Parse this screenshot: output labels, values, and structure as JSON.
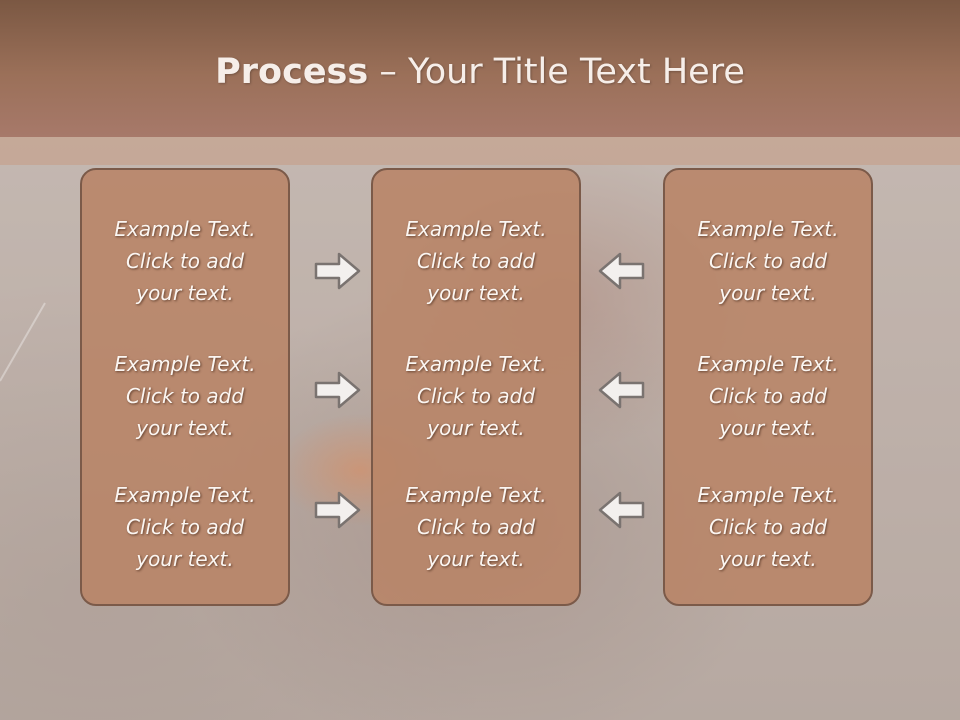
{
  "title": {
    "bold": "Process",
    "rest": " – Your Title Text Here"
  },
  "columns": [
    {
      "cells": [
        [
          "Example Text.",
          "Click  to add",
          "your text."
        ],
        [
          "Example Text.",
          "Click  to add",
          "your text."
        ],
        [
          "Example Text.",
          "Click  to add",
          "your text."
        ]
      ]
    },
    {
      "cells": [
        [
          "Example Text.",
          "Click  to add",
          "your text."
        ],
        [
          "Example Text.",
          "Click  to add",
          "your text."
        ],
        [
          "Example Text.",
          "Click  to add",
          "your text."
        ]
      ]
    },
    {
      "cells": [
        [
          "Example Text.",
          "Click  to add",
          "your text."
        ],
        [
          "Example Text.",
          "Click  to add",
          "your text."
        ],
        [
          "Example Text.",
          "Click  to add",
          "your text."
        ]
      ]
    }
  ],
  "arrows": {
    "left_to_center": "arrow-right-icon",
    "right_to_center": "arrow-left-icon"
  },
  "colors": {
    "header": "#9b7059",
    "box_fill": "#b88467",
    "box_border": "#7b5a49",
    "arrow_fill": "#f3f0ee",
    "arrow_stroke": "#7a7370",
    "text": "#fbf6f2"
  }
}
